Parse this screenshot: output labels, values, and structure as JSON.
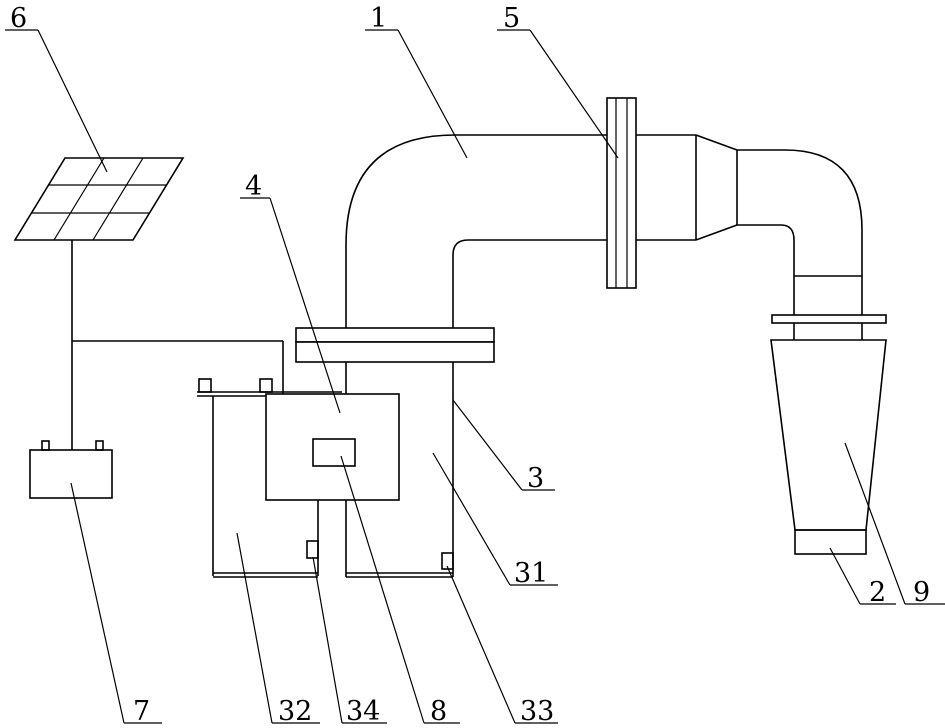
{
  "labels": {
    "pipe_1": "1",
    "filter_2": "2",
    "tank_3": "3",
    "controller_4": "4",
    "flange_5": "5",
    "solar_panel_6": "6",
    "battery_7": "7",
    "display_8": "8",
    "cyclone_9": "9",
    "chamber_31": "31",
    "chamber_32": "32",
    "sensor_33": "33",
    "sensor_34": "34"
  }
}
